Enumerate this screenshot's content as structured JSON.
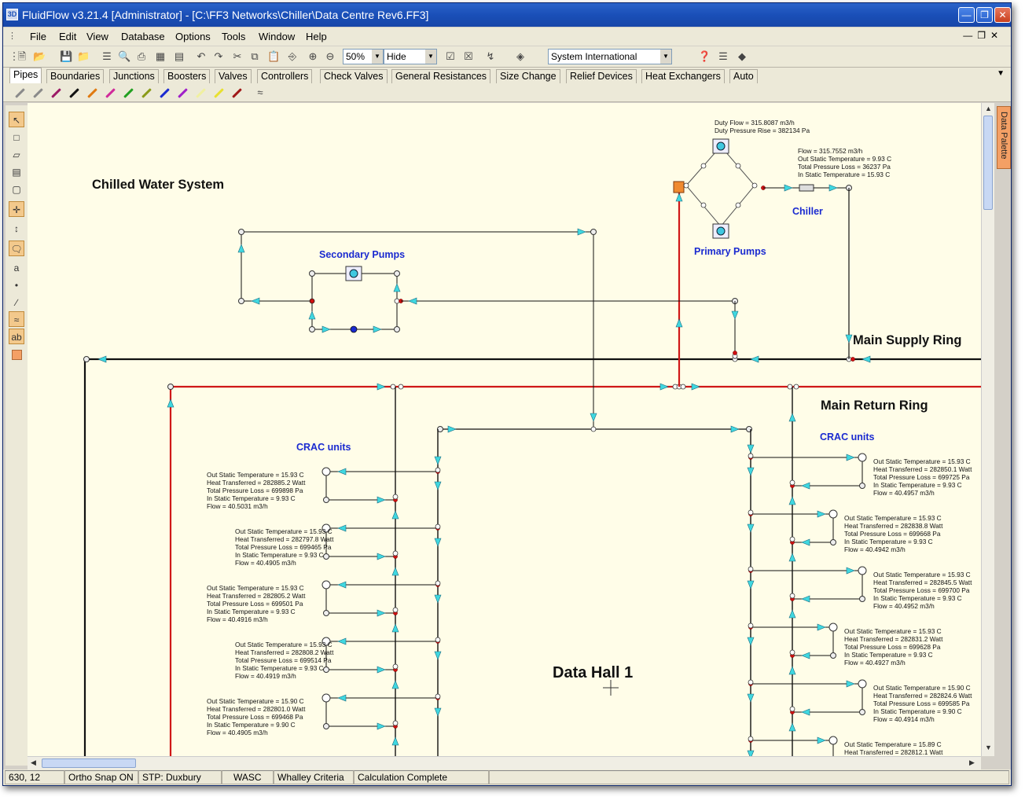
{
  "window": {
    "title": "FluidFlow v3.21.4 [Administrator] - [C:\\FF3 Networks\\Chiller\\Data Centre Rev6.FF3]",
    "app_icon": "3D"
  },
  "menu": [
    "File",
    "Edit",
    "View",
    "Database",
    "Options",
    "Tools",
    "Window",
    "Help"
  ],
  "toolbar": {
    "zoom": "50%",
    "display": "Hide",
    "units": "System International"
  },
  "tabs": [
    "Pipes",
    "Boundaries",
    "Junctions",
    "Boosters",
    "Valves",
    "Controllers",
    "Check Valves",
    "General Resistances",
    "Size Change",
    "Relief Devices",
    "Heat Exchangers",
    "Auto"
  ],
  "pipe_colors": [
    "#8a8a8a",
    "#8a8a8a",
    "#9c1a66",
    "#111111",
    "#e07a10",
    "#d02a9a",
    "#22a020",
    "#8a9a18",
    "#1a2ad0",
    "#a020c8",
    "#f0f0a0",
    "#e8e030",
    "#a01818"
  ],
  "palette_label": "Data Palette",
  "status": {
    "coords": "630, 12",
    "snap": "Ortho Snap ON",
    "stp": "STP: Duxbury",
    "wasc": "WASC",
    "criteria": "Whalley Criteria",
    "calc": "Calculation Complete"
  },
  "canvas": {
    "title": "Chilled Water System",
    "labels": {
      "secondary_pumps": "Secondary Pumps",
      "primary_pumps": "Primary Pumps",
      "chiller": "Chiller",
      "main_supply": "Main Supply Ring",
      "main_return": "Main Return Ring",
      "crac_left": "CRAC units",
      "crac_right": "CRAC units",
      "data_hall": "Data Hall 1"
    },
    "duty": [
      "Duty Flow = 315.8087 m3/h",
      "Duty Pressure Rise = 382134 Pa"
    ],
    "chiller_results": [
      "Flow = 315.7552 m3/h",
      "Out Static Temperature = 9.93 C",
      "Total Pressure Loss = 36237 Pa",
      "In Static Temperature = 15.93 C"
    ],
    "crac_left": [
      [
        "Out Static Temperature = 15.93 C",
        "Heat Transferred = 282885.2 Watt",
        "Total Pressure Loss = 699898 Pa",
        "In Static Temperature = 9.93 C",
        "Flow = 40.5031 m3/h"
      ],
      [
        "Out Static Temperature = 15.93 C",
        "Heat Transferred = 282797.8 Watt",
        "Total Pressure Loss = 699465 Pa",
        "In Static Temperature = 9.93 C",
        "Flow = 40.4905 m3/h"
      ],
      [
        "Out Static Temperature = 15.93 C",
        "Heat Transferred = 282805.2 Watt",
        "Total Pressure Loss = 699501 Pa",
        "In Static Temperature = 9.93 C",
        "Flow = 40.4916 m3/h"
      ],
      [
        "Out Static Temperature = 15.93 C",
        "Heat Transferred = 282808.2 Watt",
        "Total Pressure Loss = 699514 Pa",
        "In Static Temperature = 9.93 C",
        "Flow = 40.4919 m3/h"
      ],
      [
        "Out Static Temperature = 15.90 C",
        "Heat Transferred = 282801.0 Watt",
        "Total Pressure Loss = 699468 Pa",
        "In Static Temperature = 9.90 C",
        "Flow = 40.4905 m3/h"
      ]
    ],
    "crac_right": [
      [
        "Out Static Temperature = 15.93 C",
        "Heat Transferred = 282850.1 Watt",
        "Total Pressure Loss = 699725 Pa",
        "In Static Temperature = 9.93 C",
        "Flow = 40.4957 m3/h"
      ],
      [
        "Out Static Temperature = 15.93 C",
        "Heat Transferred = 282838.8 Watt",
        "Total Pressure Loss = 699668 Pa",
        "In Static Temperature = 9.93 C",
        "Flow = 40.4942 m3/h"
      ],
      [
        "Out Static Temperature = 15.93 C",
        "Heat Transferred = 282845.5 Watt",
        "Total Pressure Loss = 699700 Pa",
        "In Static Temperature = 9.93 C",
        "Flow = 40.4952 m3/h"
      ],
      [
        "Out Static Temperature = 15.93 C",
        "Heat Transferred = 282831.2 Watt",
        "Total Pressure Loss = 699628 Pa",
        "In Static Temperature = 9.93 C",
        "Flow = 40.4927 m3/h"
      ],
      [
        "Out Static Temperature = 15.90 C",
        "Heat Transferred = 282824.6 Watt",
        "Total Pressure Loss = 699585 Pa",
        "In Static Temperature = 9.90 C",
        "Flow = 40.4914 m3/h"
      ],
      [
        "Out Static Temperature = 15.89 C",
        "Heat Transferred = 282812.1 Watt"
      ]
    ]
  }
}
